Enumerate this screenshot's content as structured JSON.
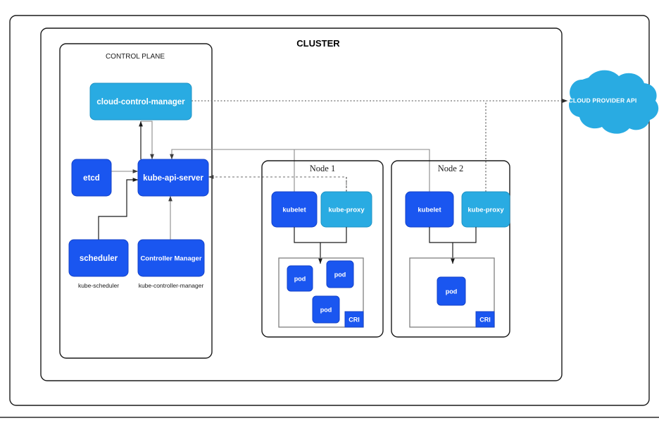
{
  "diagram": {
    "outer_frame_name": "outer-border",
    "cluster": {
      "title": "CLUSTER",
      "control_plane": {
        "title": "CONTROL PLANE",
        "components": [
          {
            "id": "cloud-control-manager",
            "label": "cloud-control-manager",
            "color": "#29abe2",
            "caption": ""
          },
          {
            "id": "kube-api-server",
            "label": "kube-api-server",
            "color": "#1a56f0",
            "caption": ""
          },
          {
            "id": "etcd",
            "label": "etcd",
            "color": "#1a56f0",
            "caption": ""
          },
          {
            "id": "scheduler",
            "label": "scheduler",
            "color": "#1a56f0",
            "caption": "kube-scheduler"
          },
          {
            "id": "controller-manager",
            "label": "Controller Manager",
            "color": "#1a56f0",
            "caption": "kube-controller-manager"
          }
        ]
      },
      "nodes": [
        {
          "id": "node-1",
          "title": "Node 1",
          "kubelet_label": "kubelet",
          "kube_proxy_label": "kube-proxy",
          "runtime_label": "CRI",
          "pods": [
            {
              "label": "pod"
            },
            {
              "label": "pod"
            },
            {
              "label": "pod"
            }
          ]
        },
        {
          "id": "node-2",
          "title": "Node 2",
          "kubelet_label": "kubelet",
          "kube_proxy_label": "kube-proxy",
          "runtime_label": "CRI",
          "pods": [
            {
              "label": "pod"
            }
          ]
        }
      ]
    },
    "cloud_provider": {
      "label": "CLOUD PROVIDER API",
      "color": "#29abe2"
    },
    "colors": {
      "dark_blue": "#1a56f0",
      "light_blue": "#29abe2",
      "border": "#1a1a1a",
      "gray_link": "#8a8a8a",
      "background": "#ffffff"
    }
  }
}
